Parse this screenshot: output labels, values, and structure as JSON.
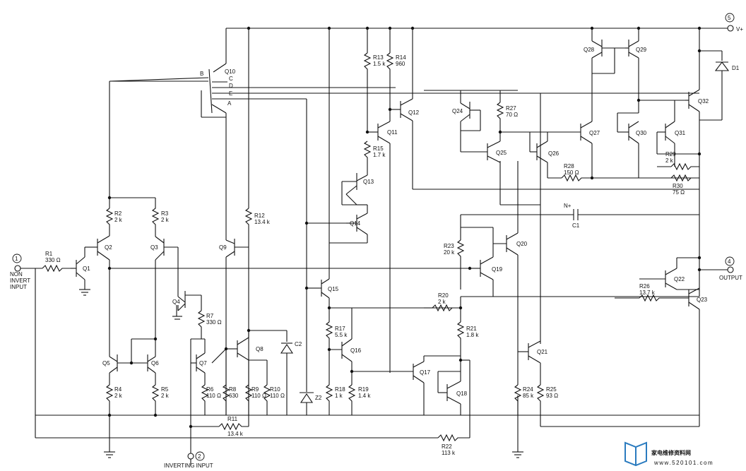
{
  "pins": {
    "p1": "1",
    "p1_l1": "NON",
    "p1_l2": "INVERT",
    "p1_l3": "INPUT",
    "p2": "2",
    "p2_label": "INVERTING INPUT",
    "p4": "4",
    "p4_label": "OUTPUT",
    "p5": "5",
    "p5_label": "V+"
  },
  "transistors": {
    "q1": "Q1",
    "q2": "Q2",
    "q3": "Q3",
    "q4": "Q4",
    "q5": "Q5",
    "q6": "Q6",
    "q7": "Q7",
    "q8": "Q8",
    "q9": "Q9",
    "q10": "Q10",
    "q11": "Q11",
    "q12": "Q12",
    "q13": "Q13",
    "q14": "Q14",
    "q15": "Q15",
    "q16": "Q16",
    "q17": "Q17",
    "q18": "Q18",
    "q19": "Q19",
    "q20": "Q20",
    "q21": "Q21",
    "q22": "Q22",
    "q23": "Q23",
    "q24": "Q24",
    "q25": "Q25",
    "q26": "Q26",
    "q27": "Q27",
    "q28": "Q28",
    "q29": "Q29",
    "q30": "Q30",
    "q31": "Q31",
    "q32": "Q32"
  },
  "q10_terminals": {
    "b": "B",
    "c": "C",
    "d": "D",
    "e": "E",
    "a": "A"
  },
  "resistors": {
    "r1": "R1",
    "r1_v": "330 Ω",
    "r2": "R2",
    "r2_v": "2 k",
    "r3": "R3",
    "r3_v": "2 k",
    "r4": "R4",
    "r4_v": "2 k",
    "r5": "R5",
    "r5_v": "2 k",
    "r6": "R6",
    "r6_v": "110 Ω",
    "r7": "R7",
    "r7_v": "330 Ω",
    "r8": "R8",
    "r8_v": "630",
    "r9": "R9",
    "r9_v": "110 Ω",
    "r10": "R10",
    "r10_v": "110 Ω",
    "r11": "R11",
    "r11_v": "13.4 k",
    "r12": "R12",
    "r12_v": "13.4 k",
    "r13": "R13",
    "r13_v": "1.5 k",
    "r14": "R14",
    "r14_v": "960",
    "r15": "R15",
    "r15_v": "1.7 k",
    "r17": "R17",
    "r17_v": "5.5 k",
    "r18": "R18",
    "r18_v": "1 k",
    "r19": "R19",
    "r19_v": "1.4 k",
    "r20": "R20",
    "r20_v": "2 k",
    "r21": "R21",
    "r21_v": "1.8 k",
    "r22": "R22",
    "r22_v": "113 k",
    "r23": "R23",
    "r23_v": "20 k",
    "r24": "R24",
    "r24_v": "85 k",
    "r25": "R25",
    "r25_v": "93 Ω",
    "r26": "R26",
    "r26_v": "13.7 k",
    "r27": "R27",
    "r27_v": "70 Ω",
    "r28": "R28",
    "r28_v": "150 Ω",
    "r29": "R29",
    "r29_v": "2 k",
    "r30": "R30",
    "r30_v": "75 Ω"
  },
  "other": {
    "c1": "C1",
    "c1_np": "N+",
    "c2": "C2",
    "z2": "Z2",
    "d1": "D1"
  },
  "watermark": {
    "brand": "家电维修资料网",
    "url": "www.520101.com"
  }
}
